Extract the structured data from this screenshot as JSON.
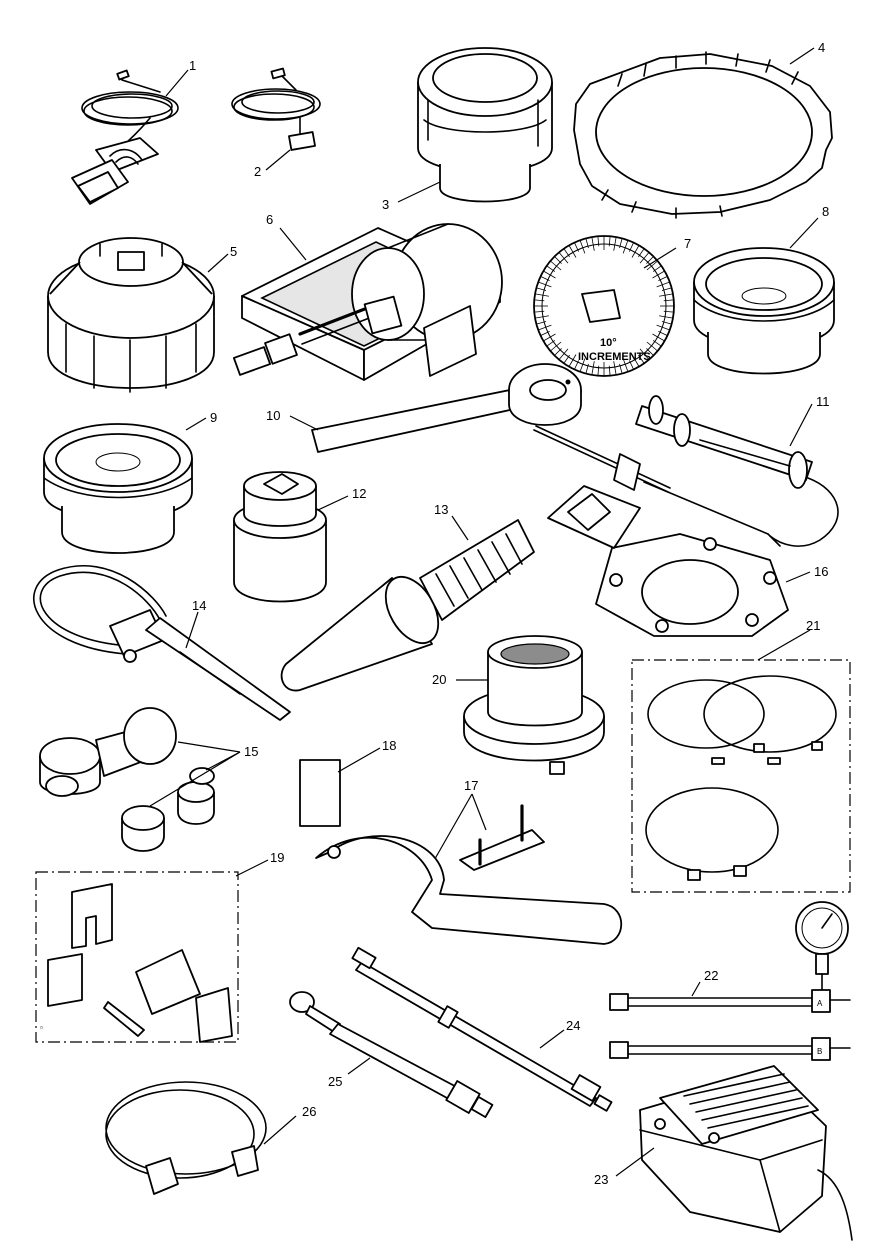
{
  "callouts": {
    "c1": "1",
    "c2": "2",
    "c3": "3",
    "c4": "4",
    "c5": "5",
    "c6": "6",
    "c7": "7",
    "c8": "8",
    "c9": "9",
    "c10": "10",
    "c11": "11",
    "c12": "12",
    "c13": "13",
    "c14": "14",
    "c15": "15",
    "c16": "16",
    "c17": "17",
    "c18": "18",
    "c19": "19",
    "c20": "20",
    "c21": "21",
    "c22": "22",
    "c23": "23",
    "c24": "24",
    "c25": "25",
    "c26": "26"
  },
  "degree_wheel": {
    "text_line1": "10°",
    "text_line2": "INCREMENTS"
  },
  "gauge_ports": {
    "port_a": "A",
    "port_b": "B"
  }
}
